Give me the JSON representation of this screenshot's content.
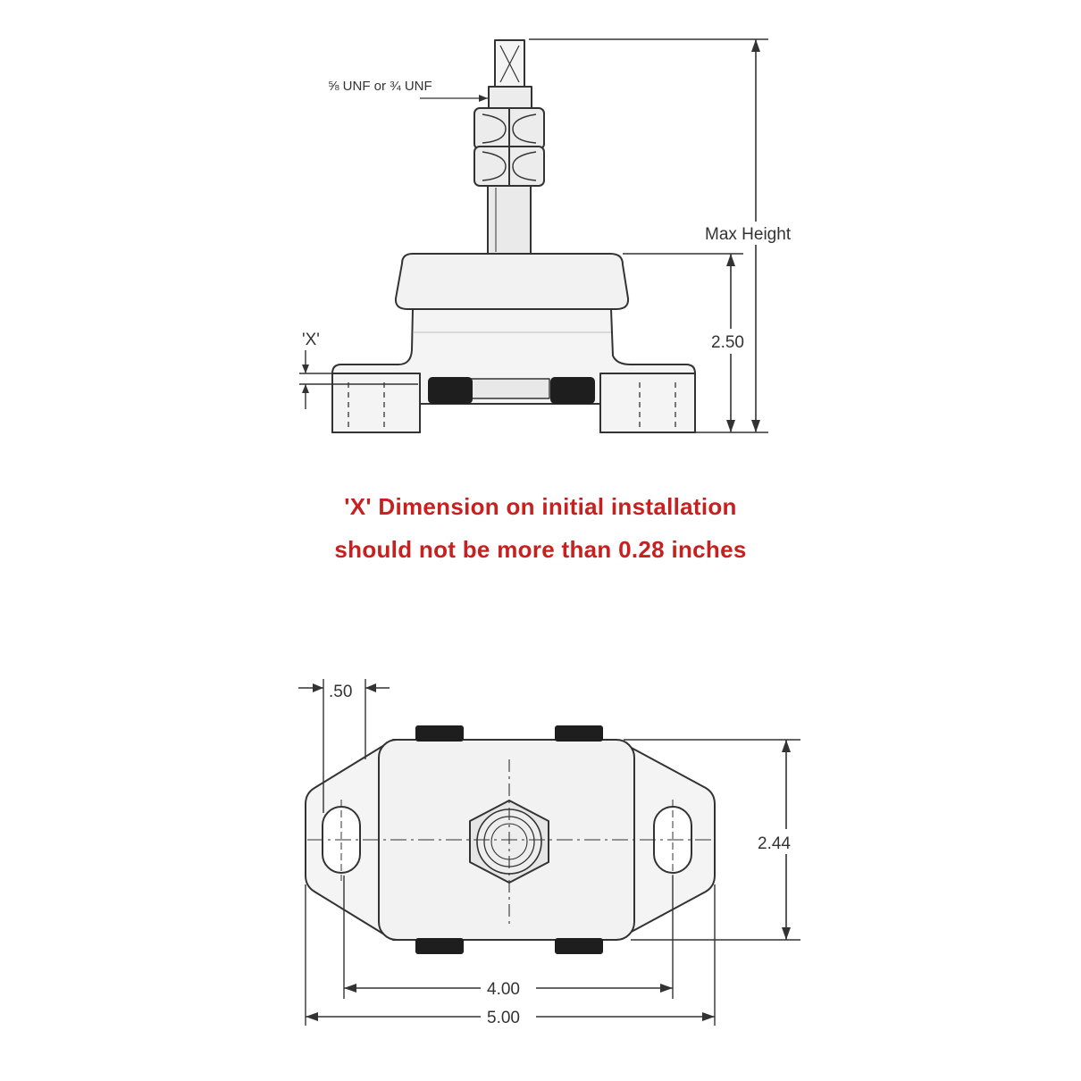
{
  "labels": {
    "thread": "⅝ UNF or ¾ UNF",
    "max_height": "Max Height",
    "height_250": "2.50",
    "x_marker": "'X'",
    "offset_050": ".50",
    "width_244": "2.44",
    "spacing_400": "4.00",
    "length_500": "5.00"
  },
  "note": {
    "line1": "'X' Dimension on initial installation",
    "line2": "should not be more than 0.28 inches"
  },
  "colors": {
    "note": "#c8201e",
    "line": "#333333",
    "pad": "#1e1e1e"
  }
}
